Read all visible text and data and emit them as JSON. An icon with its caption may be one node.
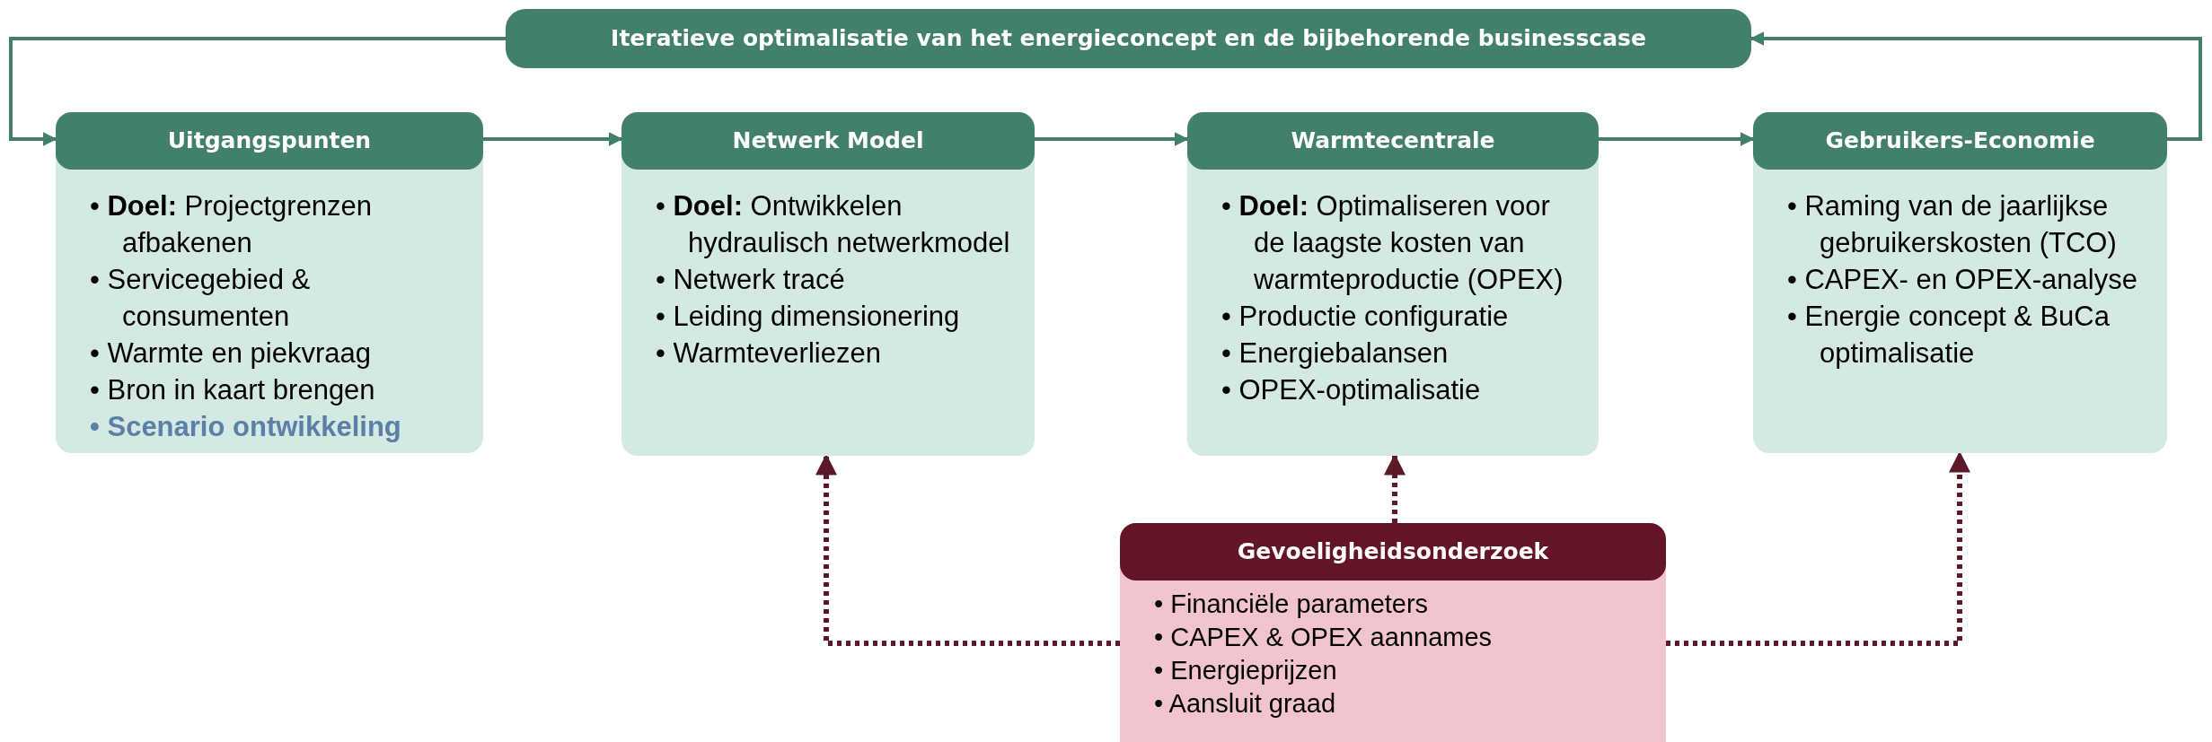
{
  "diagram": {
    "nodes": [
      {
        "text": [
          "Iteratieve optimalisatie van het energieconcept en de bijbehorende businesscase"
        ]
      },
      {
        "text": [
          "Uitgangspunten",
          "• **Doel:**  Projectgrenzen afbakenen",
          "• Servicegebied & consumenten",
          "• Warmte en piekvraag",
          "• Bron in kaart brengen",
          "• Scenario ontwikkeling"
        ]
      },
      {
        "text": [
          "Netwerk Model",
          "• **Doel:** Ontwikkelen hydraulisch netwerkmodel",
          "• Netwerk tracé",
          "• Leiding dimensionering",
          "• Warmteverliezen"
        ]
      },
      {
        "text": [
          "Warmtecentrale",
          "• **Doel:** Optimaliseren voor de laagste kosten van warmteproductie (OPEX)",
          "• Productie configuratie",
          "• Energiebalansen",
          "• OPEX-optimalisatie"
        ]
      },
      {
        "text": [
          "Gebruikers-Economie",
          "• Raming van de jaarlijkse gebruikerskosten (TCO)",
          "• CAPEX- en OPEX-analyse",
          "• Energie concept & BuCa optimalisatie"
        ]
      },
      {
        "text": [
          "Gevoeligheidsonderzoek",
          "• Financiële parameters",
          "• CAPEX & OPEX aannames",
          "• Energieprijzen",
          "• Aansluit graad"
        ]
      }
    ],
    "edges": [
      {
        "from": 0,
        "to": 1,
        "arrow": "to"
      },
      {
        "from": 1,
        "to": 2,
        "arrow": "to"
      },
      {
        "from": 2,
        "to": 3,
        "arrow": "to"
      },
      {
        "from": 3,
        "to": 4,
        "arrow": "to"
      },
      {
        "from": 4,
        "to": 0,
        "arrow": "to"
      },
      {
        "from": 5,
        "to": 2,
        "arrow": "to",
        "style": "dashed",
        "color": "#5c1a28"
      },
      {
        "from": 5,
        "to": 3,
        "arrow": "to",
        "style": "dashed",
        "color": "#5c1a28"
      },
      {
        "from": 5,
        "to": 4,
        "arrow": "to",
        "style": "dashed",
        "color": "#5c1a28"
      }
    ]
  }
}
